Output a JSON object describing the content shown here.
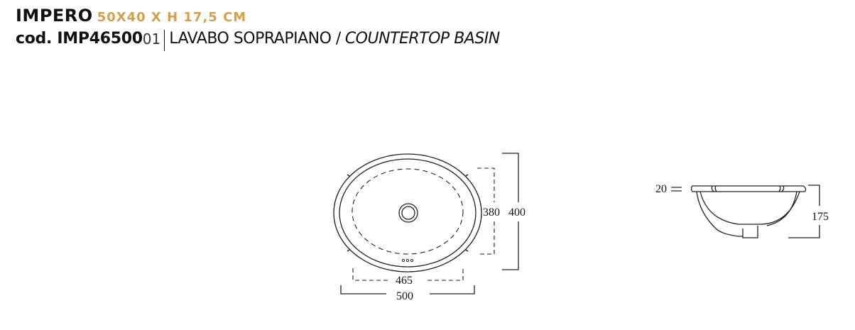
{
  "header": {
    "product_name": "IMPERO",
    "dimensions": "50X40 X H 17,5 CM",
    "code_prefix": "cod. IMP46500",
    "code_suffix": "01",
    "description_it": "LAVABO SOPRAPIANO /",
    "description_en": "COUNTERTOP BASIN"
  },
  "colors": {
    "accent": "#d4a04c",
    "text": "#111111",
    "line": "#222222"
  },
  "top_view": {
    "inner_width_label": "465",
    "outer_width_label": "500",
    "inner_depth_label": "380",
    "outer_depth_label": "400"
  },
  "side_view": {
    "rim_thickness_label": "20",
    "height_label": "175"
  }
}
